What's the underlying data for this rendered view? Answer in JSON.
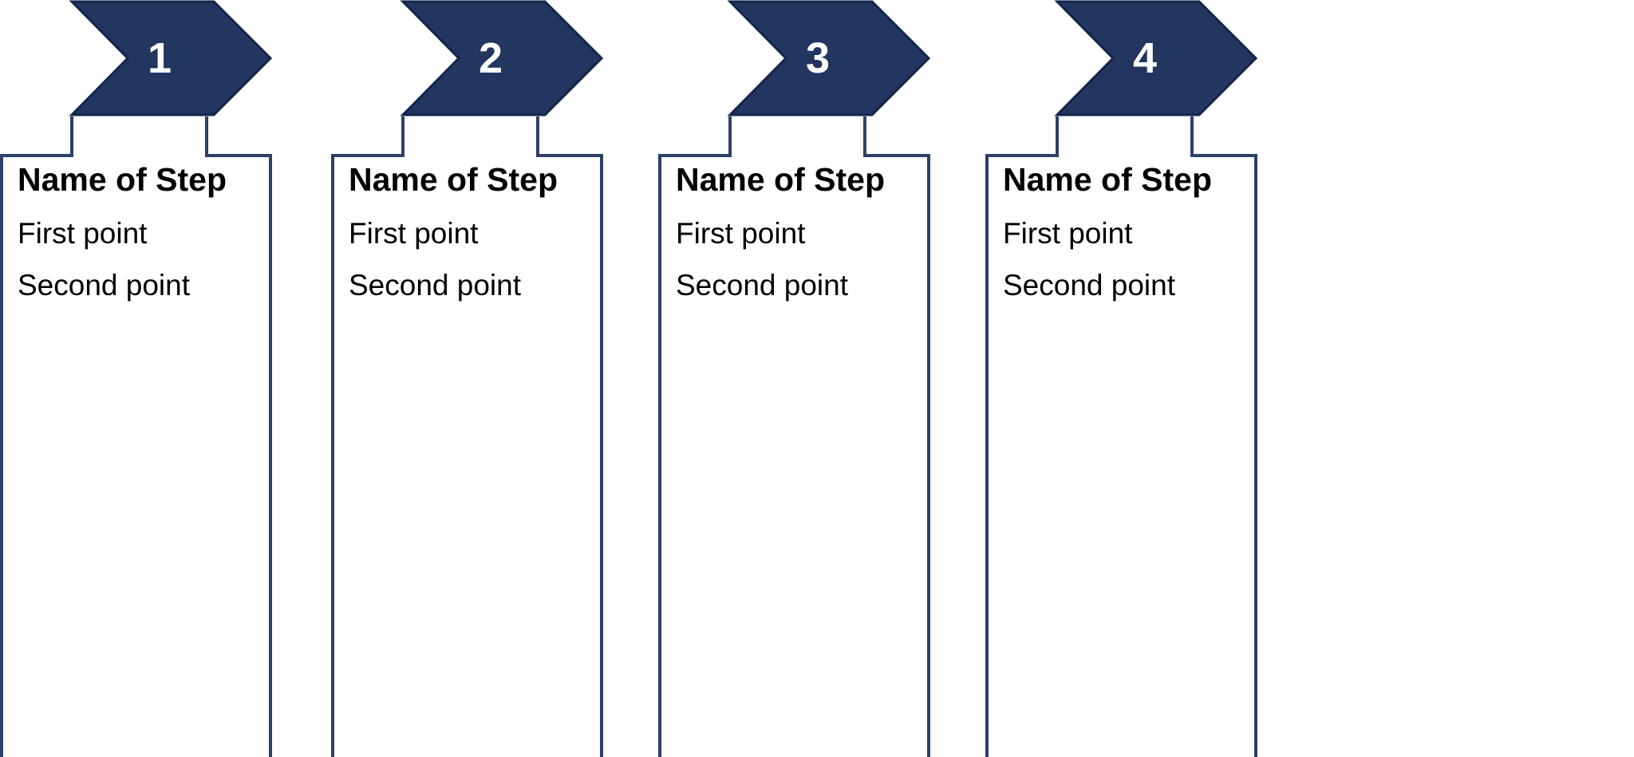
{
  "diagram": {
    "type": "process-steps-chevron",
    "background_color": "#ffffff",
    "accent_color": "#22365f",
    "outline_color": "#2c4068",
    "number_text_color": "#ffffff",
    "body_text_color": "#000000",
    "steps": [
      {
        "number": "1",
        "title": "Name of Step",
        "points": [
          "First point",
          "Second point"
        ]
      },
      {
        "number": "2",
        "title": "Name of Step",
        "points": [
          "First point",
          "Second point"
        ]
      },
      {
        "number": "3",
        "title": "Name of Step",
        "points": [
          "First point",
          "Second point"
        ]
      },
      {
        "number": "4",
        "title": "Name of Step",
        "points": [
          "First point",
          "Second point"
        ]
      }
    ]
  }
}
